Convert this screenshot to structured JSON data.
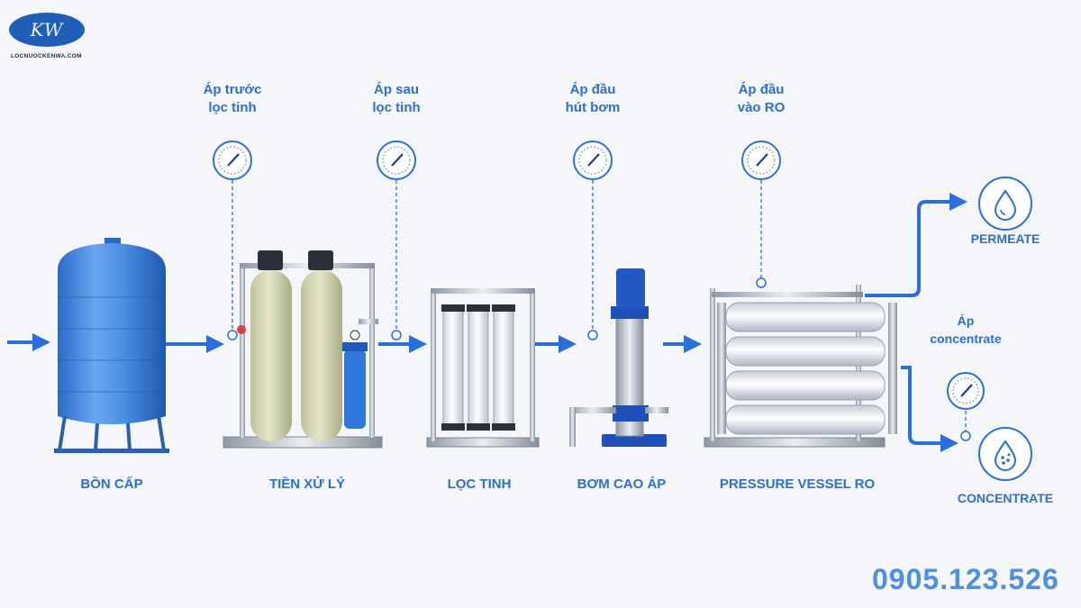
{
  "brand": {
    "logo_text": "KW",
    "website": "LOCNUOCKENWA.COM"
  },
  "gauges": [
    {
      "line1": "Áp trước",
      "line2": "lọc tinh"
    },
    {
      "line1": "Áp sau",
      "line2": "lọc tinh"
    },
    {
      "line1": "Áp đầu",
      "line2": "hút bơm"
    },
    {
      "line1": "Áp đầu",
      "line2": "vào RO"
    },
    {
      "line1": "Áp",
      "line2": "concentrate"
    }
  ],
  "stages": [
    "BỒN CẤP",
    "TIỀN XỬ LÝ",
    "LỌC TINH",
    "BƠM CAO ÁP",
    "PRESSURE VESSEL RO"
  ],
  "outputs": {
    "permeate": "PERMEATE",
    "concentrate": "CONCENTRATE"
  },
  "contact": {
    "phone": "0905.123.526"
  },
  "colors": {
    "accent": "#2d6fd6",
    "pipe": "#2a6fe0",
    "tank": "#3f86e0",
    "phone": "#4d8fe6"
  },
  "icons": [
    "pressure-gauge-icon",
    "water-drop-icon",
    "concentrate-drop-icon",
    "flow-arrow-icon"
  ]
}
